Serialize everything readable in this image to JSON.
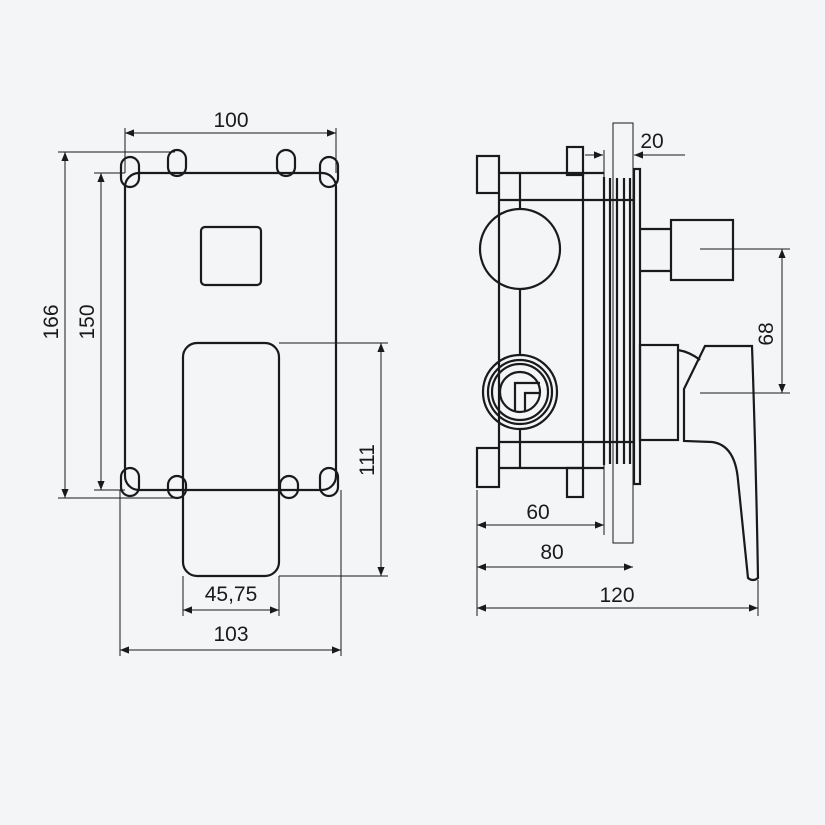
{
  "front_view": {
    "width_top": "100",
    "height_outer": "166",
    "height_inner": "150",
    "handle_height": "111",
    "handle_width": "45,75",
    "width_bottom": "103"
  },
  "side_view": {
    "plate_thickness": "20",
    "handle_offset": "68",
    "body_depth": "60",
    "depth_to_wall": "80",
    "total_depth": "120"
  }
}
